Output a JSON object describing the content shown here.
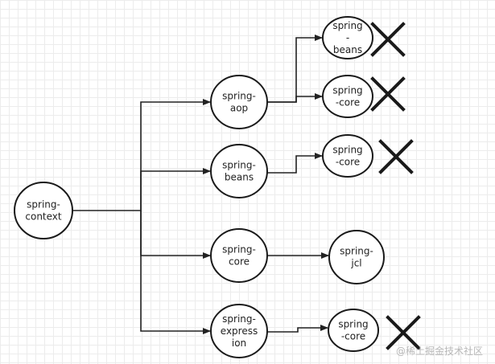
{
  "nodes": [
    {
      "id": "context",
      "lines": [
        "spring-",
        "context"
      ]
    },
    {
      "id": "aop",
      "lines": [
        "spring-",
        "aop"
      ]
    },
    {
      "id": "beans",
      "lines": [
        "spring-",
        "beans"
      ]
    },
    {
      "id": "core",
      "lines": [
        "spring-",
        "core"
      ]
    },
    {
      "id": "expression",
      "lines": [
        "spring-",
        "express",
        "ion"
      ]
    },
    {
      "id": "aop-beans",
      "lines": [
        "spring",
        "-",
        "beans"
      ]
    },
    {
      "id": "aop-core",
      "lines": [
        "spring",
        "-core"
      ]
    },
    {
      "id": "beans-core",
      "lines": [
        "spring",
        "-core"
      ]
    },
    {
      "id": "jcl",
      "lines": [
        "spring-",
        "jcl"
      ]
    },
    {
      "id": "expr-core",
      "lines": [
        "spring",
        "-core"
      ]
    }
  ],
  "edges": [
    {
      "from": "context",
      "to": "aop"
    },
    {
      "from": "context",
      "to": "beans"
    },
    {
      "from": "context",
      "to": "core"
    },
    {
      "from": "context",
      "to": "expression"
    },
    {
      "from": "aop",
      "to": "aop-beans"
    },
    {
      "from": "aop",
      "to": "aop-core"
    },
    {
      "from": "beans",
      "to": "beans-core"
    },
    {
      "from": "core",
      "to": "jcl"
    },
    {
      "from": "expression",
      "to": "expr-core"
    }
  ],
  "excluded": [
    "aop-beans",
    "aop-core",
    "beans-core",
    "expr-core"
  ],
  "watermark": "@稀土掘金技术社区"
}
